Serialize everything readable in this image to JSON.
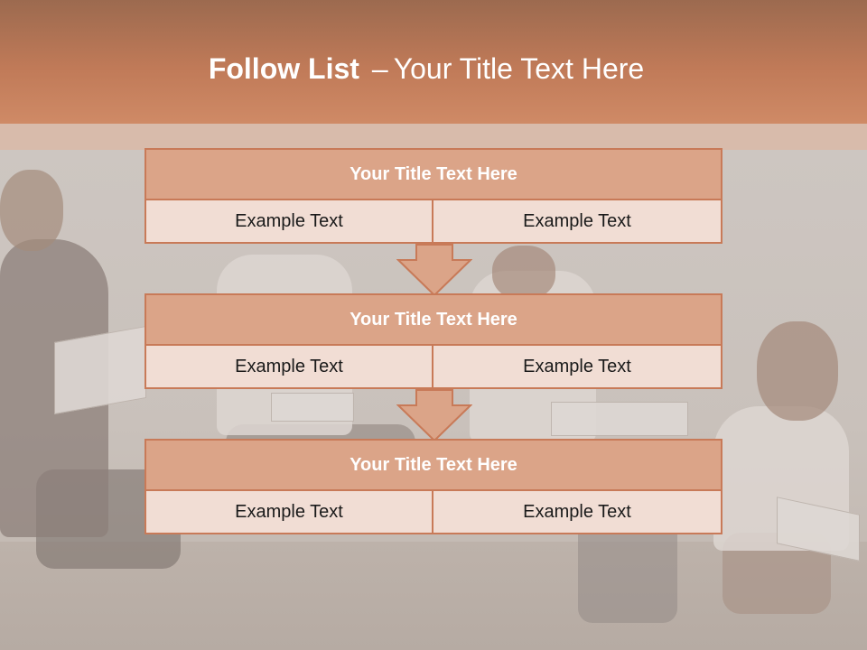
{
  "header": {
    "title_bold": "Follow List",
    "title_separator": "–",
    "title_rest": "Your Title Text Here"
  },
  "list": [
    {
      "title": "Your Title Text Here",
      "left": "Example Text",
      "right": "Example Text"
    },
    {
      "title": "Your Title Text Here",
      "left": "Example Text",
      "right": "Example Text"
    },
    {
      "title": "Your Title Text Here",
      "left": "Example Text",
      "right": "Example Text"
    }
  ],
  "colors": {
    "header_accent": "#cf8a66",
    "block_title_fill": "#dba488",
    "block_border": "#c87a58",
    "cell_fill": "#f1ddd4",
    "arrow_fill": "#dba488"
  },
  "icons": [
    "down-arrow-icon",
    "down-arrow-icon"
  ]
}
